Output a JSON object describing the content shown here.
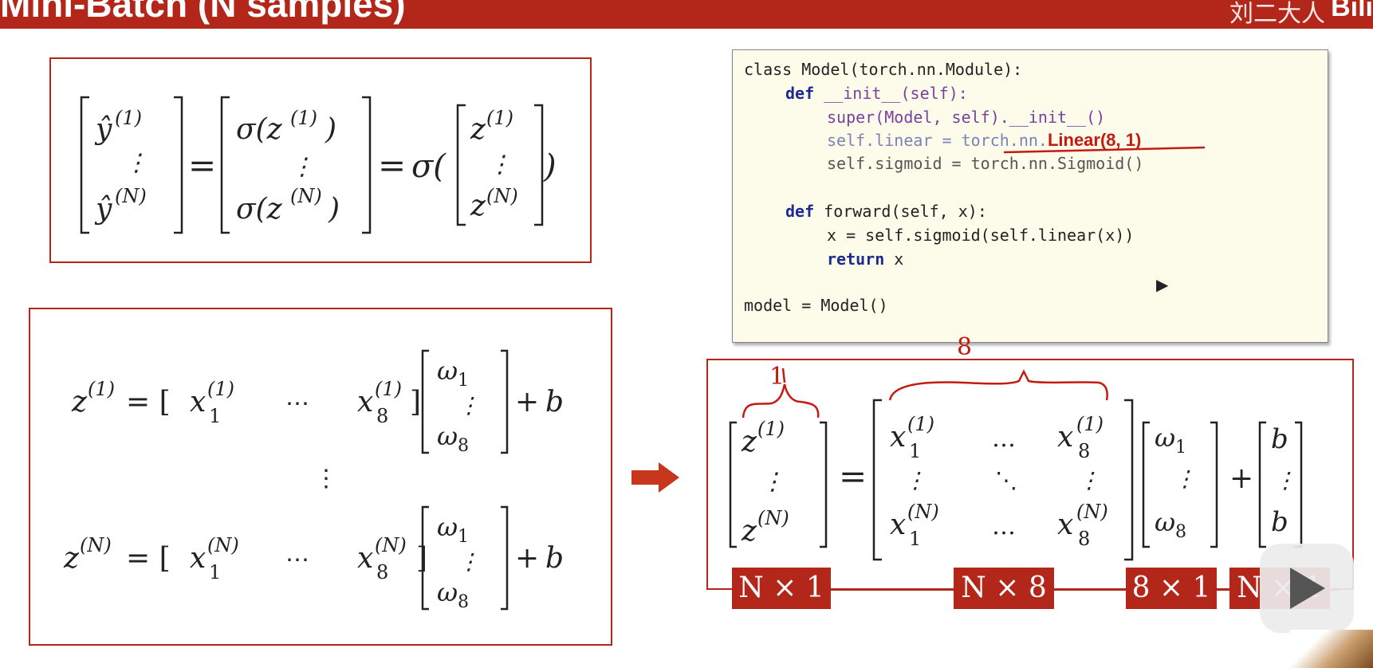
{
  "header": {
    "title": "Mini-Batch (N samples)",
    "watermark": "刘二大人",
    "logo": "Bili"
  },
  "colors": {
    "accent": "#b3271a",
    "code_bg": "#fdfbea",
    "keyword": "#1d2b8f",
    "highlight": "#c31a12"
  },
  "code": {
    "line1": "class Model(torch.nn.Module):",
    "line2_kw": "def",
    "line2_rest": " __init__(self):",
    "line3": "super(Model, self).__init__()",
    "line4_pre": "self.linear = torch.nn.",
    "line4_hl": "Linear(8, 1)",
    "line5": "self.sigmoid = torch.nn.Sigmoid()",
    "line6_kw": "def",
    "line6_rest": " forward(self, x):",
    "line7": "x = self.sigmoid(self.linear(x))",
    "line8_kw": "return",
    "line8_rest": " x",
    "line9": "model = Model()"
  },
  "annotations": {
    "rows_label": "1",
    "cols_label": "8"
  },
  "dimensions": {
    "d1": "N × 1",
    "d2": "N × 8",
    "d3": "8 × 1",
    "d4": "N × 1"
  },
  "icons": [
    "right-arrow-icon",
    "cursor-icon",
    "play-icon"
  ]
}
